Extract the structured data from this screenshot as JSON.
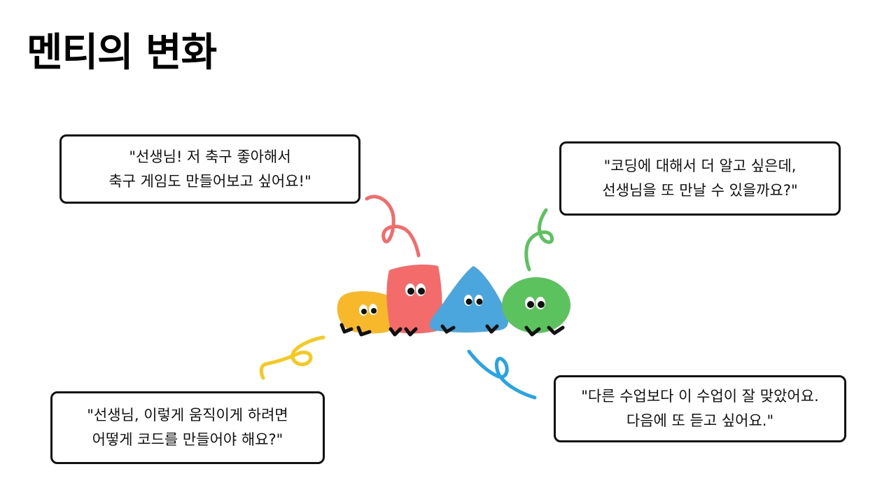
{
  "page": {
    "title": "멘티의 변화"
  },
  "quotes": [
    {
      "lines": [
        "\"선생님! 저 축구 좋아해서",
        "축구 게임도 만들어보고 싶어요!\""
      ]
    },
    {
      "lines": [
        "\"코딩에 대해서 더 알고 싶은데,",
        "선생님을 또 만날 수 있을까요?\""
      ]
    },
    {
      "lines": [
        "\"선생님, 이렇게 움직이게 하려면",
        "어떻게 코드를 만들어야 해요?\""
      ]
    },
    {
      "lines": [
        "\"다른 수업보다 이 수업이 잘 맞았어요.",
        "다음에 또 듣고 싶어요.\""
      ]
    }
  ],
  "characters": [
    {
      "name": "yellow-blob",
      "color": "#F7B82B"
    },
    {
      "name": "red-rectangle",
      "color": "#F36B6B"
    },
    {
      "name": "blue-triangle",
      "color": "#4BA6DD"
    },
    {
      "name": "green-circle",
      "color": "#5CC25E"
    }
  ],
  "squiggles": {
    "red": "#F36B6B",
    "green": "#5CC25E",
    "yellow": "#F7C91E",
    "blue": "#27A4E6"
  }
}
